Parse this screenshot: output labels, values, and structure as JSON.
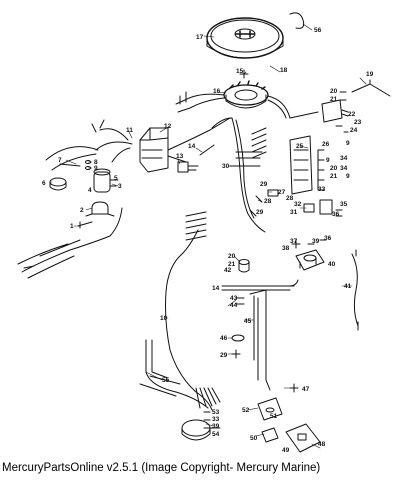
{
  "caption": "MercuryPartsOnline v2.5.1 (Image Copyright- Mercury Marine)",
  "parts": [
    "1",
    "2",
    "3",
    "4",
    "5",
    "6",
    "7",
    "8",
    "9",
    "10",
    "11",
    "12",
    "13",
    "14",
    "15",
    "16",
    "17",
    "18",
    "19",
    "20",
    "21",
    "22",
    "23",
    "24",
    "25",
    "26",
    "27",
    "28",
    "29",
    "30",
    "31",
    "32",
    "33",
    "34",
    "35",
    "36",
    "37",
    "38",
    "39",
    "40",
    "41",
    "42",
    "43",
    "44",
    "45",
    "46",
    "47",
    "48",
    "49",
    "50",
    "51",
    "52",
    "53",
    "54",
    "55",
    "56"
  ]
}
